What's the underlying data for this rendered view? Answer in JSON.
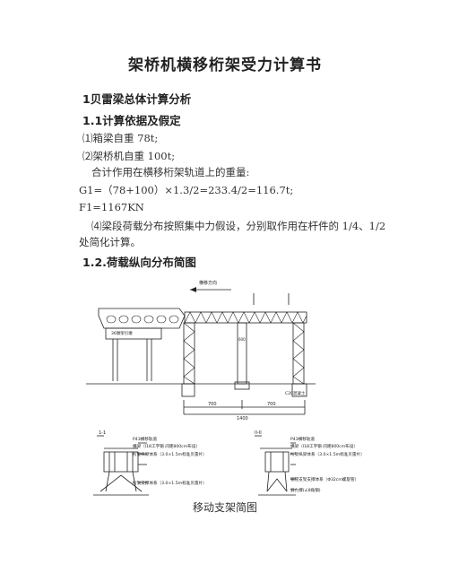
{
  "doc": {
    "title": "架桥机横移桁架受力计算书",
    "h1": "1贝雷梁总体计算分析",
    "h11": "1.1计算依据及假定",
    "l1": "⑴箱梁自重 78t;",
    "l2": "⑵架桥机自重 100t;",
    "l3": "合计作用在横移桁架轨道上的重量:",
    "l4": "G1=（78+100）×1.3/2=233.4/2=116.7t;",
    "l5": "F1=1167KN",
    "l6": "⑷梁段荷载分布按照集中力假设，分别取作用在杆件的 1/4、1/2",
    "l7": "处简化计算。",
    "h12": "1.2.荷载纵向分布简图",
    "caption": "移动支架简图"
  },
  "figure": {
    "arrow_label": "横移方向",
    "pier_label": "36墩架引墩",
    "base_label": "C20混凝土",
    "dim1": "700",
    "dim2": "700",
    "dim_total": "1400",
    "mid_label": "600",
    "section_left_mark": "1-1",
    "section_right_mark": "II-II",
    "left_notes": [
      "P43横移轨道",
      "横梁（I18工字钢 间距800cm布设）",
      "桁架纵梁体系（3.0×1.5m标准贝雷片）",
      "桁架支撑体系（3.0×1.5m标准贝雷片）"
    ],
    "right_notes": [
      "P43横移轨道",
      "横梁（I18工字钢 间距800cm布设）",
      "桁架纵梁体系（3.0×1.5m标准贝雷片）",
      "钢管支架支撑体系（Φ32cm螺旋管）",
      "剪力撑(∠8角钢)"
    ]
  }
}
